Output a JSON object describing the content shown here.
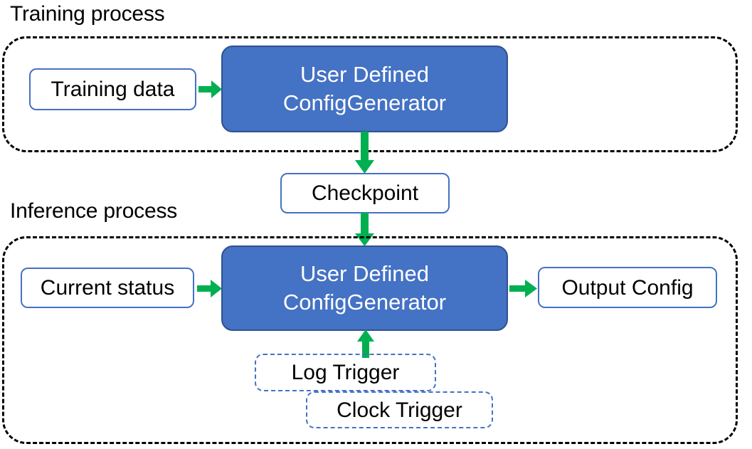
{
  "diagram": {
    "title_training": "Training process",
    "title_inference": "Inference process",
    "colors": {
      "accent_blue": "#4472C4",
      "blue_border": "#2F528F",
      "arrow_green": "#00B050",
      "container_dash": "#000000",
      "text_dark": "#000000",
      "text_light": "#FFFFFF"
    },
    "training": {
      "input_label": "Training data",
      "processor_line1": "User Defined",
      "processor_line2": "ConfigGenerator"
    },
    "checkpoint": {
      "label": "Checkpoint"
    },
    "inference": {
      "input_label": "Current status",
      "processor_line1": "User Defined",
      "processor_line2": "ConfigGenerator",
      "output_label": "Output Config",
      "trigger_log": "Log Trigger",
      "trigger_clock": "Clock Trigger"
    },
    "arrows": [
      {
        "name": "training-data-to-generator",
        "direction": "right"
      },
      {
        "name": "training-generator-to-checkpoint",
        "direction": "down"
      },
      {
        "name": "checkpoint-to-inference-generator",
        "direction": "down"
      },
      {
        "name": "current-status-to-generator",
        "direction": "right"
      },
      {
        "name": "generator-to-output-config",
        "direction": "right"
      },
      {
        "name": "triggers-to-generator",
        "direction": "up"
      }
    ]
  }
}
